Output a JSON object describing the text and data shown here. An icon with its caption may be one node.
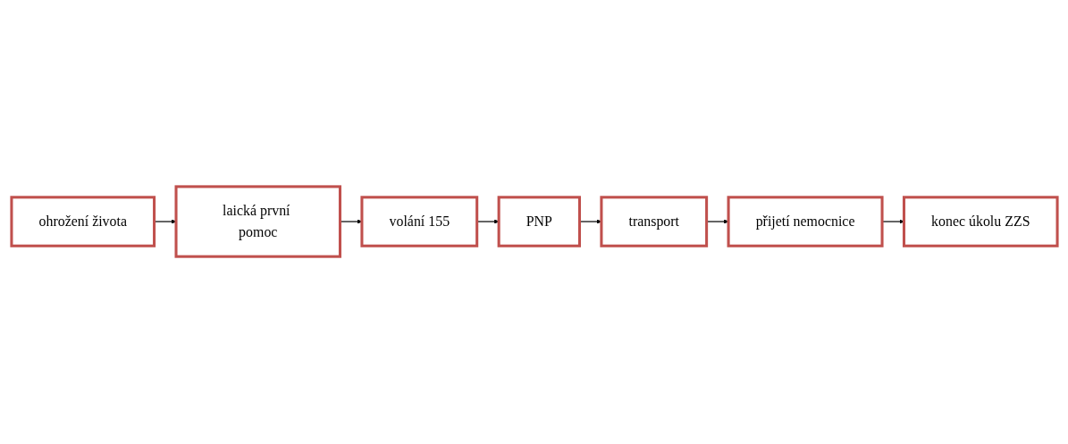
{
  "diagram": {
    "nodes": [
      {
        "text": [
          "ohrožení života"
        ]
      },
      {
        "text": [
          "laická první pomoc"
        ]
      },
      {
        "text": [
          "volání 155"
        ]
      },
      {
        "text": [
          "PNP"
        ]
      },
      {
        "text": [
          "transport"
        ]
      },
      {
        "text": [
          "přijetí nemocnice"
        ]
      },
      {
        "text": [
          "konec úkolu ZZS"
        ]
      }
    ],
    "edges": [
      {
        "from": 0,
        "to": 1,
        "arrow": "to"
      },
      {
        "from": 1,
        "to": 2,
        "arrow": "to"
      },
      {
        "from": 2,
        "to": 3,
        "arrow": "to"
      },
      {
        "from": 3,
        "to": 4,
        "arrow": "to"
      },
      {
        "from": 4,
        "to": 5,
        "arrow": "to"
      },
      {
        "from": 5,
        "to": 6,
        "arrow": "to"
      }
    ]
  }
}
